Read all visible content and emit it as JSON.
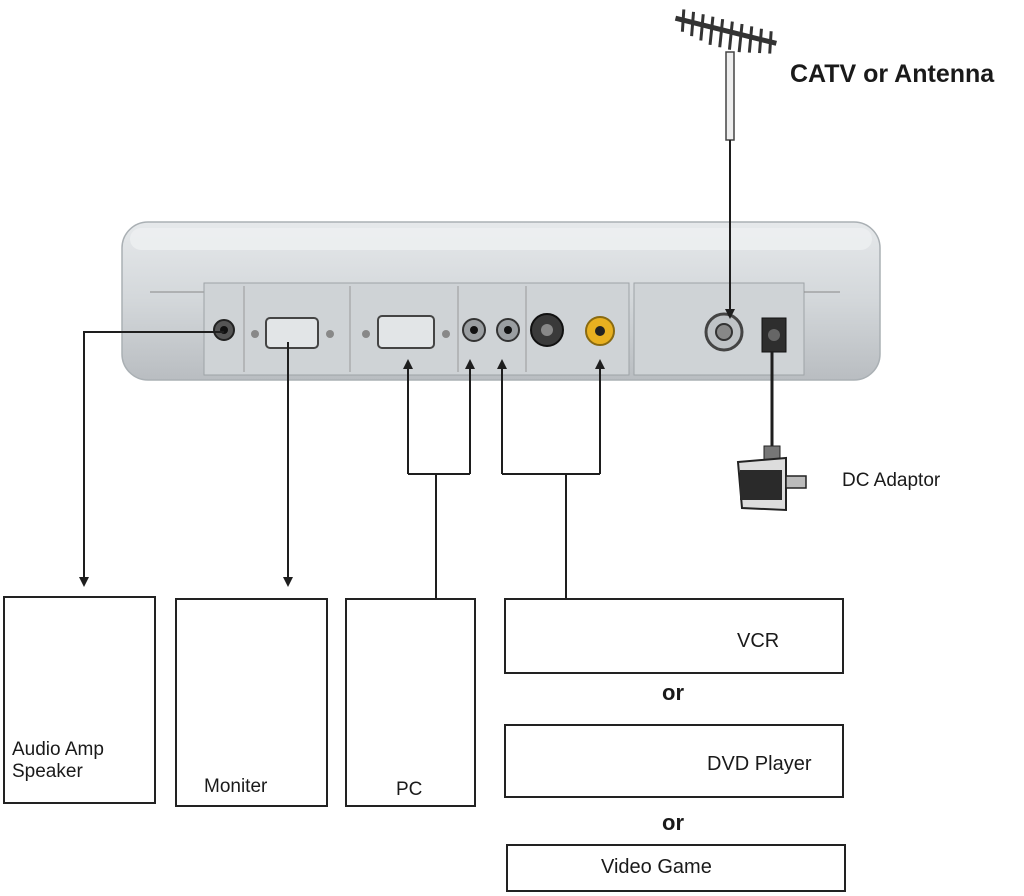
{
  "labels": {
    "antenna": "CATV or Antenna",
    "dc_adaptor": "DC Adaptor",
    "audio_line1": "Audio Amp",
    "audio_line2": "Speaker",
    "monitor": "Moniter",
    "pc": "PC",
    "vcr": "VCR",
    "or1": "or",
    "dvd": "DVD Player",
    "or2": "or",
    "video_game": "Video Game"
  },
  "colors": {
    "line": "#1e1e1e",
    "device_body": "#d9dde0",
    "device_panel": "#c4c8cc",
    "rca_yellow": "#e8b020"
  }
}
